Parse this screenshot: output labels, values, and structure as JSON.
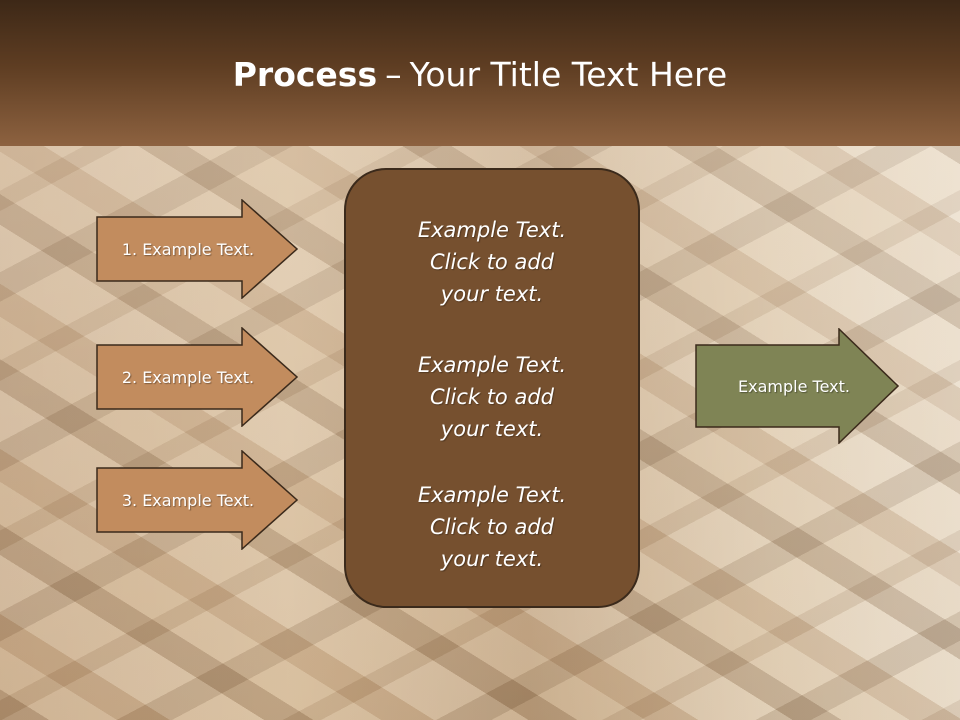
{
  "slide": {
    "title_bold": "Process",
    "title_dash": "–",
    "title_rest": "Your Title Text Here"
  },
  "steps": [
    {
      "label": "1. Example Text."
    },
    {
      "label": "2. Example Text."
    },
    {
      "label": "3. Example Text."
    }
  ],
  "center": [
    {
      "line1": "Example Text.",
      "line2": "Click  to add",
      "line3": "your text."
    },
    {
      "line1": "Example Text.",
      "line2": "Click  to add",
      "line3": "your text."
    },
    {
      "line1": "Example Text.",
      "line2": "Click  to add",
      "line3": "your text."
    }
  ],
  "result": {
    "label": "Example Text."
  },
  "colors": {
    "header_dark": "#3d2817",
    "header_light": "#8d6240",
    "step_arrow_fill": "#c28c5e",
    "center_box_fill": "#76502f",
    "result_arrow_fill": "#7f8455",
    "outline": "#3b2a1b"
  }
}
